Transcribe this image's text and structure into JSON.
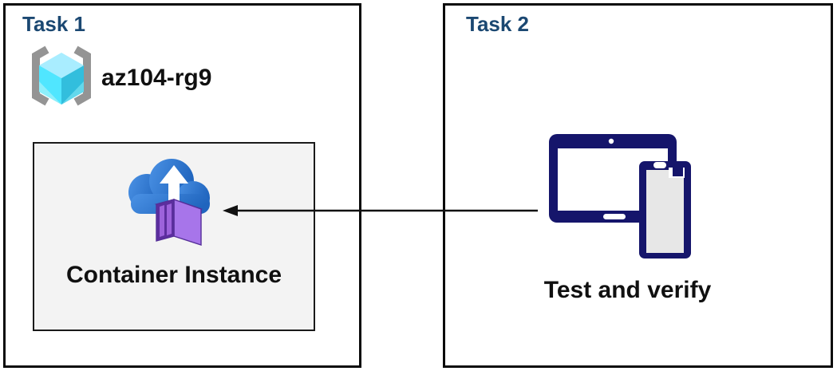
{
  "diagram": {
    "task1": {
      "title": "Task 1",
      "resource_group_name": "az104-rg9",
      "container_label": "Container Instance"
    },
    "task2": {
      "title": "Task 2",
      "caption": "Test and verify"
    },
    "arrow": {
      "direction": "right-to-left",
      "from": "Test and verify devices",
      "to": "Container Instance"
    }
  },
  "icons": {
    "resource_group": "resource-group-icon",
    "container_instance": "container-instance-icon",
    "devices": "devices-icon",
    "arrow": "arrow-left-icon"
  },
  "colors": {
    "header-blue": "#1B4872",
    "text-dark": "#101010",
    "panel-border": "#0A0A0A",
    "inner-bg": "#F3F3F3",
    "inner-border": "#1A1A1A",
    "device-navy": "#15156B",
    "device-screen": "#E7E7E7",
    "cloud-blue-a": "#4B92E5",
    "cloud-blue-b": "#2065BE",
    "ctr-outline": "#552F99",
    "ctr-front": "#5C2E9E",
    "ctr-door": "#9C62DB",
    "ctr-side": "#A775EA",
    "ctr-top": "#B889F2",
    "bracket-gray": "#949494",
    "cube-top": "#A9EDFF",
    "cube-left": "#50E6FF",
    "cube-right": "#32BEDD",
    "cube-left2": "#8DEFFB",
    "cube-right2": "#63D8EC",
    "arrow": "#111111"
  }
}
